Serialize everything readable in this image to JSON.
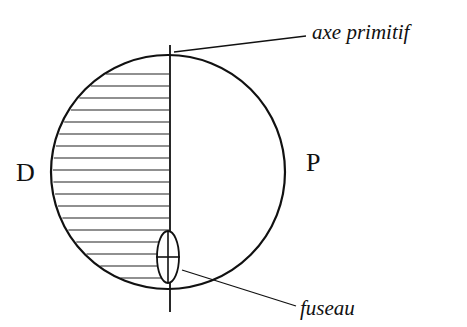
{
  "diagram": {
    "labels": [
      "axe primitif",
      "D",
      "P",
      "fuseau"
    ]
  }
}
